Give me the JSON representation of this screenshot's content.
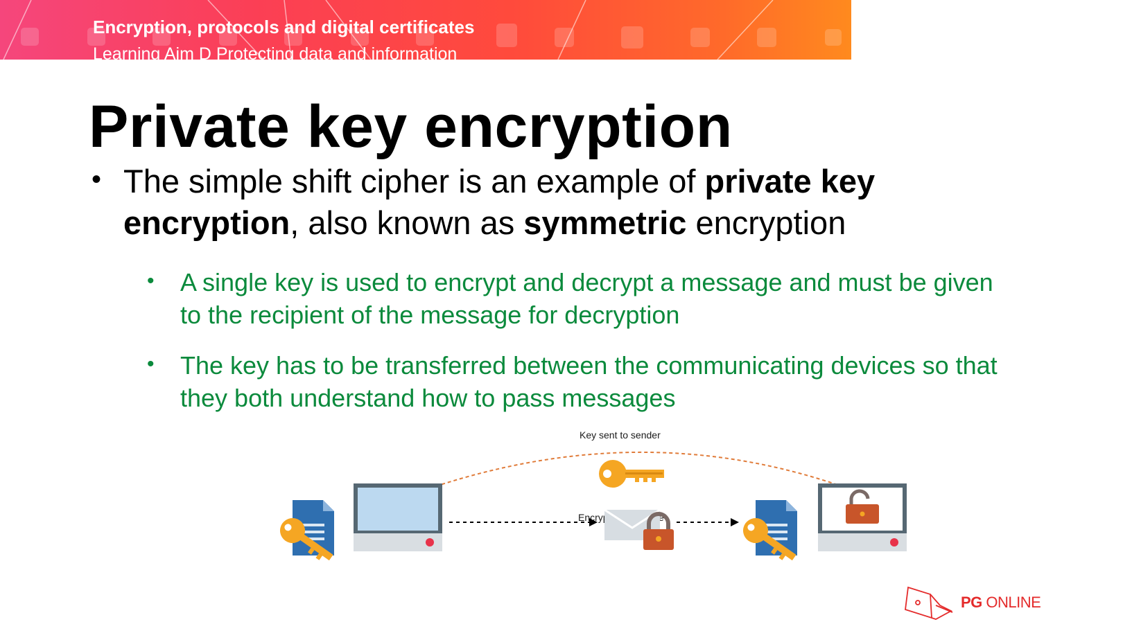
{
  "banner": {
    "title": "Encryption, protocols and digital certificates",
    "subtitle": "Learning Aim D Protecting data and information"
  },
  "slide": {
    "title": "Private key encryption",
    "main_bullet": {
      "part1": "The simple shift cipher is an example of ",
      "bold1": "private key encryption",
      "part2": ", also known as ",
      "bold2": "symmetric",
      "part3": " encryption"
    },
    "sub_bullets": [
      "A single key is used to encrypt and decrypt a message and must be given to the recipient of the message for decryption",
      "The key has to be transferred between the communicating devices so that they both understand how to pass messages"
    ]
  },
  "diagram": {
    "top_label": "Key sent to sender",
    "middle_label": "Encrypted message"
  },
  "logo": {
    "bold": "PG",
    "rest": " ONLINE"
  },
  "colors": {
    "sub_bullet_text": "#0b8a3c",
    "key": "#f5a623",
    "document": "#2f6fb0",
    "monitor_frame": "#566873",
    "lock": "#c8552a",
    "arrow_orange": "#e07b39",
    "logo_red": "#e42b2b"
  }
}
